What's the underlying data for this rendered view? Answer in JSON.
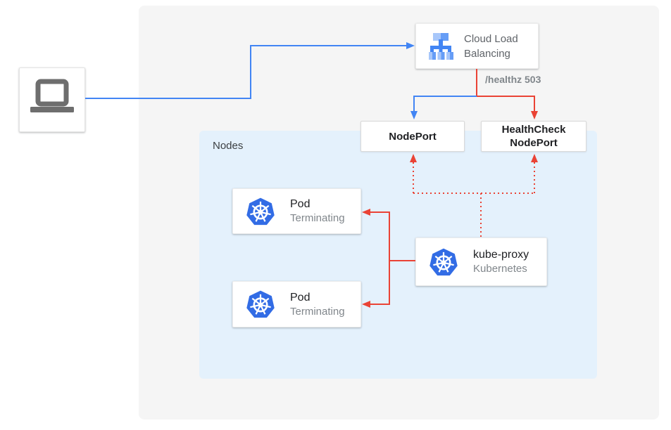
{
  "colors": {
    "blue": "#4285F4",
    "red": "#EA4335",
    "canvas_bg": "#F5F5F5",
    "nodes_panel_bg": "#E4F1FC",
    "kubernetes_blue": "#326CE5",
    "title_text": "#202124",
    "subtitle_text": "#80868B"
  },
  "nodes_panel": {
    "label": "Nodes"
  },
  "load_balancer": {
    "label": "Cloud Load Balancing"
  },
  "health_annotation": {
    "label": "/healthz 503"
  },
  "node_port": {
    "label": "NodePort"
  },
  "health_check_node_port": {
    "label": "HealthCheck NodePort"
  },
  "pod_top": {
    "title": "Pod",
    "status": "Terminating"
  },
  "pod_bottom": {
    "title": "Pod",
    "status": "Terminating"
  },
  "kube_proxy": {
    "title": "kube-proxy",
    "subtitle": "Kubernetes"
  }
}
